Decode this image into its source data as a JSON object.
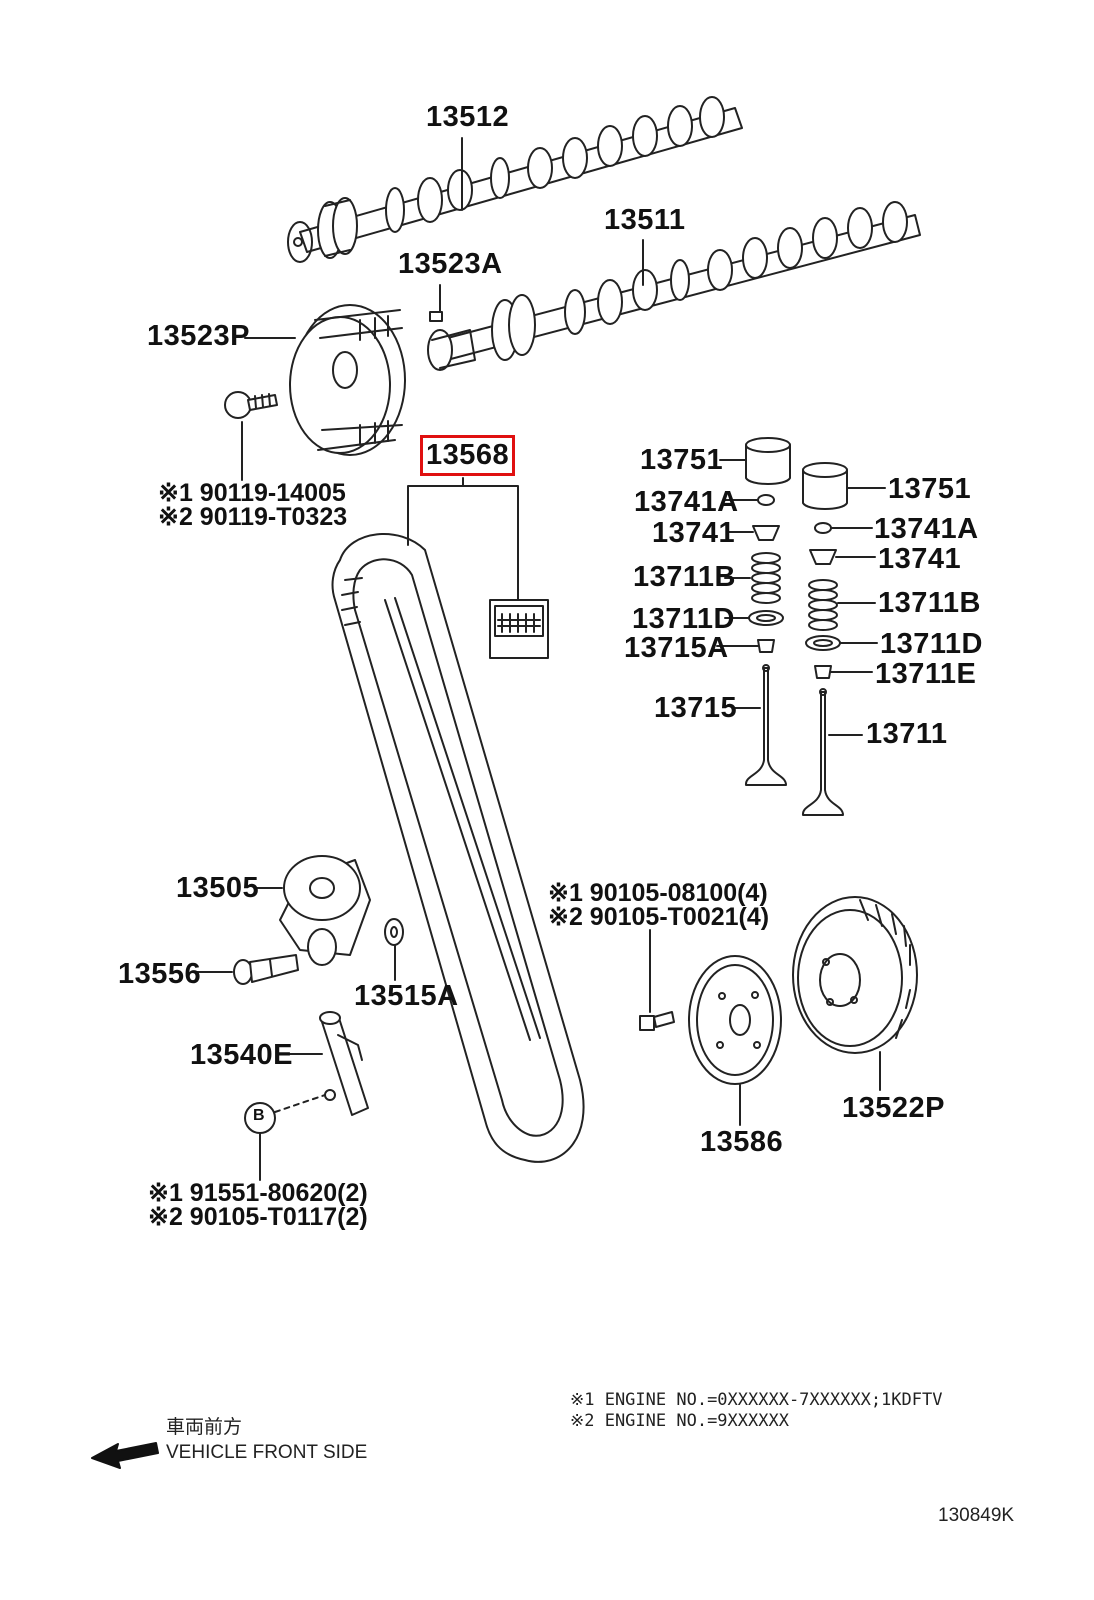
{
  "parts": {
    "p13512": "13512",
    "p13511": "13511",
    "p13523A": "13523A",
    "p13523P": "13523P",
    "p13568": "13568",
    "p13751_left": "13751",
    "p13751_right": "13751",
    "p13741A_left": "13741A",
    "p13741A_right": "13741A",
    "p13741_left": "13741",
    "p13741_right": "13741",
    "p13711B_left": "13711B",
    "p13711B_right": "13711B",
    "p13711D_left": "13711D",
    "p13711D_right": "13711D",
    "p13715A": "13715A",
    "p13711E": "13711E",
    "p13715": "13715",
    "p13711": "13711",
    "p13505": "13505",
    "p13556": "13556",
    "p13515A": "13515A",
    "p13540E": "13540E",
    "p13522P": "13522P",
    "p13586": "13586"
  },
  "bolt_refs": {
    "pulley_bolt_1": "※1 90119-14005",
    "pulley_bolt_2": "※2 90119-T0323",
    "crank_bolt_1": "※1 90105-08100(4)",
    "crank_bolt_2": "※2 90105-T0021(4)",
    "tensioner_bolt_1": "※1 91551-80620(2)",
    "tensioner_bolt_2": "※2 90105-T0117(2)",
    "callout_b": "B"
  },
  "notes": {
    "engine_1": "※1 ENGINE NO.=0XXXXXX-7XXXXXX;1KDFTV",
    "engine_2": "※2 ENGINE NO.=9XXXXXX"
  },
  "footer": {
    "direction_jp": "車両前方",
    "direction_en": "VEHICLE FRONT SIDE",
    "diagram_id": "130849K"
  },
  "highlight": {
    "part": "13568",
    "color": "#e01010"
  }
}
